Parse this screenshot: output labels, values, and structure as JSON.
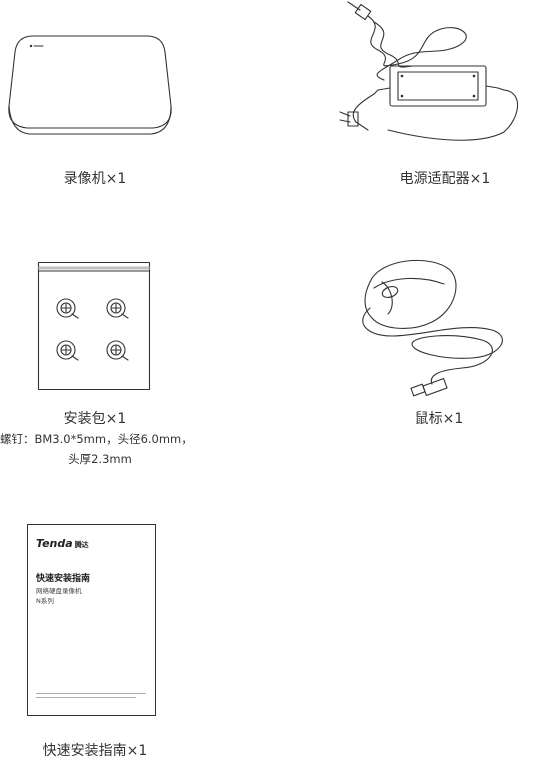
{
  "items": {
    "recorder": {
      "caption": "录像机×1"
    },
    "adapter": {
      "caption": "电源适配器×1"
    },
    "kit": {
      "caption": "安装包×1",
      "note_line1": "螺钉：BM3.0*5mm，头径6.0mm，",
      "note_line2": "头厚2.3mm"
    },
    "mouse": {
      "caption": "鼠标×1"
    },
    "guide": {
      "caption": "快速安装指南×1",
      "brand": "Tenda",
      "brand_cn": "腾达",
      "title": "快速安装指南",
      "subtitle": "网络硬盘录像机",
      "series": "N系列"
    }
  },
  "colors": {
    "ink": "#333333",
    "paper": "#ffffff",
    "bag_band": "#bfbfbf"
  }
}
